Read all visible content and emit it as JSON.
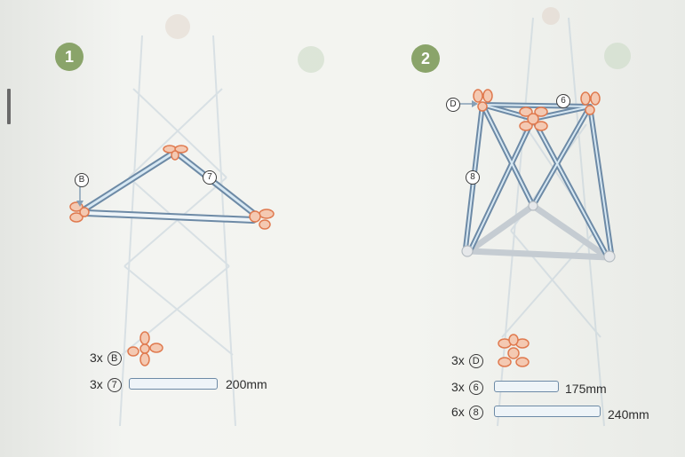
{
  "steps": [
    {
      "number": "1",
      "labels": {
        "connector": "B",
        "rod": "7"
      },
      "parts": [
        {
          "qty": "3x",
          "id": "B",
          "kind": "connector"
        },
        {
          "qty": "3x",
          "id": "7",
          "kind": "rod",
          "length": "200mm"
        }
      ]
    },
    {
      "number": "2",
      "labels": {
        "connector": "D",
        "rod_top": "6",
        "rod_side": "8"
      },
      "parts": [
        {
          "qty": "3x",
          "id": "D",
          "kind": "connector"
        },
        {
          "qty": "3x",
          "id": "6",
          "kind": "rod",
          "length": "175mm"
        },
        {
          "qty": "6x",
          "id": "8",
          "kind": "rod",
          "length": "240mm"
        }
      ]
    }
  ],
  "colors": {
    "badge": "#8aa46a",
    "rod": "#6d8aa6",
    "connector": "#e07a4f"
  }
}
